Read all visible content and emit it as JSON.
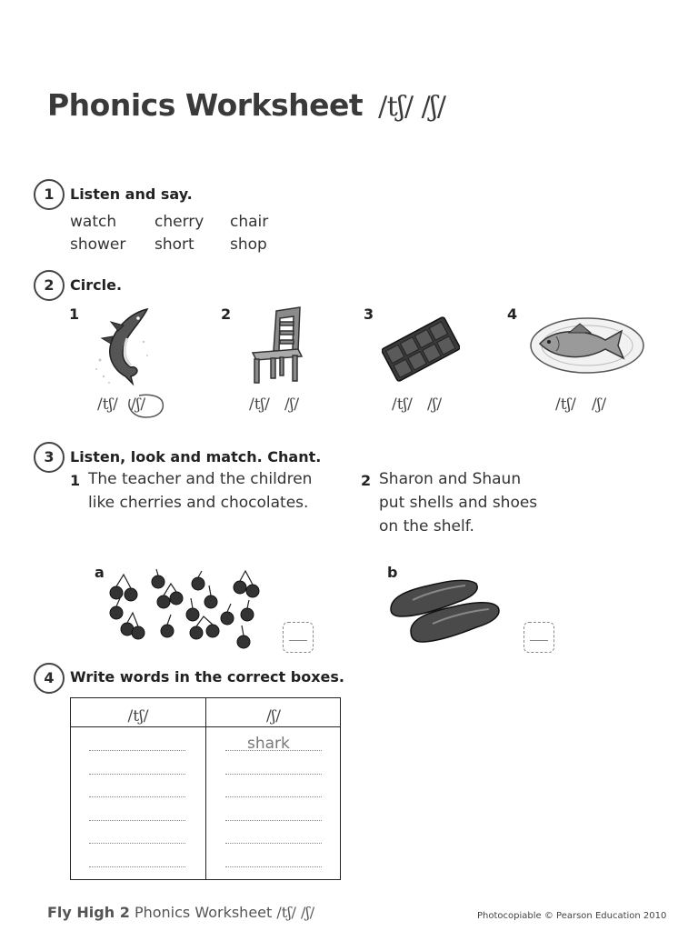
{
  "title": {
    "text": "Phonics Worksheet",
    "phonemes": "/tʃ/ /ʃ/"
  },
  "section1": {
    "number": "1",
    "heading": "Listen and say.",
    "words": [
      [
        "watch",
        "cherry",
        "chair"
      ],
      [
        "shower",
        "short",
        "shop"
      ]
    ]
  },
  "section2": {
    "number": "2",
    "heading": "Circle.",
    "items": [
      {
        "num": "1",
        "icon": "shark-icon",
        "opt1": "/tʃ/",
        "opt2": "/ʃ/",
        "circled": "opt2"
      },
      {
        "num": "2",
        "icon": "chair-icon",
        "opt1": "/tʃ/",
        "opt2": "/ʃ/"
      },
      {
        "num": "3",
        "icon": "chocolate-bar-icon",
        "opt1": "/tʃ/",
        "opt2": "/ʃ/"
      },
      {
        "num": "4",
        "icon": "fish-on-plate-icon",
        "opt1": "/tʃ/",
        "opt2": "/ʃ/"
      }
    ]
  },
  "section3": {
    "number": "3",
    "heading": "Listen, look and match. Chant.",
    "chants": [
      {
        "num": "1",
        "lines": [
          "The teacher and the children",
          "like cherries and chocolates."
        ]
      },
      {
        "num": "2",
        "lines": [
          "Sharon and Shaun",
          "put shells and shoes",
          "on the shelf."
        ]
      }
    ],
    "pictures": [
      {
        "letter": "a",
        "icon": "cherries-icon"
      },
      {
        "letter": "b",
        "icon": "shoes-icon"
      }
    ]
  },
  "section4": {
    "number": "4",
    "heading": "Write words in the correct boxes.",
    "columns": [
      "/tʃ/",
      "/ʃ/"
    ],
    "example": "shark"
  },
  "footer": {
    "series": "Fly High 2",
    "label": "Phonics Worksheet",
    "phonemes": "/tʃ/ /ʃ/",
    "copyright": "Photocopiable © Pearson Education 2010"
  }
}
